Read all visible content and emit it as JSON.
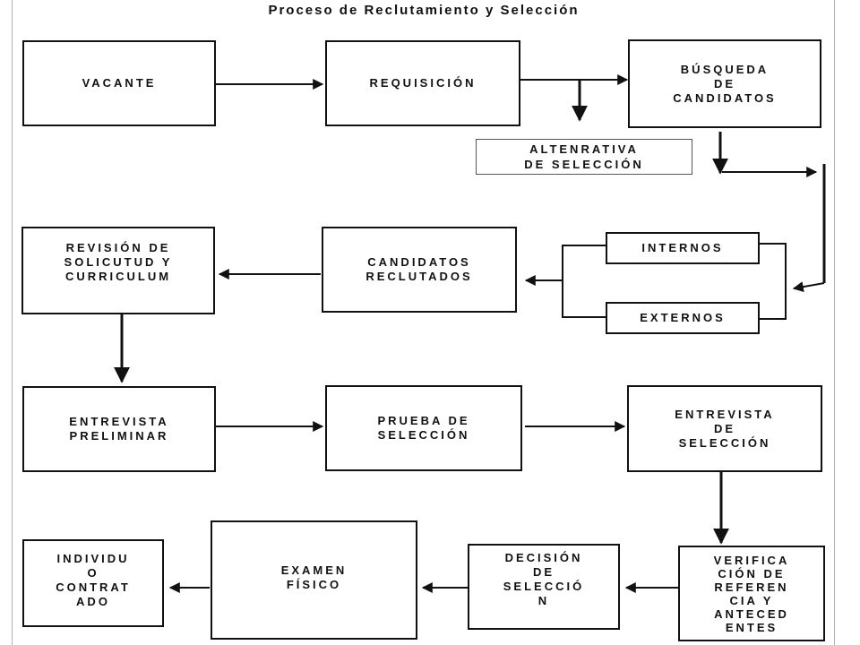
{
  "title": "Proceso de Reclutamiento y Selección",
  "nodes": {
    "vacante": "VACANTE",
    "requisicion": "REQUISICIÓN",
    "busqueda": "BÚSQUEDA\nDE\nCANDIDATOS",
    "alternativa": "ALTENRATIVA\nDE SELECCIÓN",
    "internos": "INTERNOS",
    "externos": "EXTERNOS",
    "candidatos_reclutados": "CANDIDATOS\nRECLUTADOS",
    "revision": "REVISIÓN DE\nSOLICUTUD Y\nCURRICULUM",
    "entrevista_preliminar": "ENTREVISTA\nPRELIMINAR",
    "prueba_seleccion": "PRUEBA DE\nSELECCIÓN",
    "entrevista_seleccion": "ENTREVISTA\nDE\nSELECCIÓN",
    "verificacion": "VERIFICA\nCIÓN DE\nREFEREN\nCIA Y\nANTECED\nENTES",
    "decision": "DECISIÓN\nDE\nSELECCIÓ\nN",
    "examen": "EXAMEN\nFÍSICO",
    "individuo": "INDIVIDU\nO\nCONTRAT\nADO"
  }
}
